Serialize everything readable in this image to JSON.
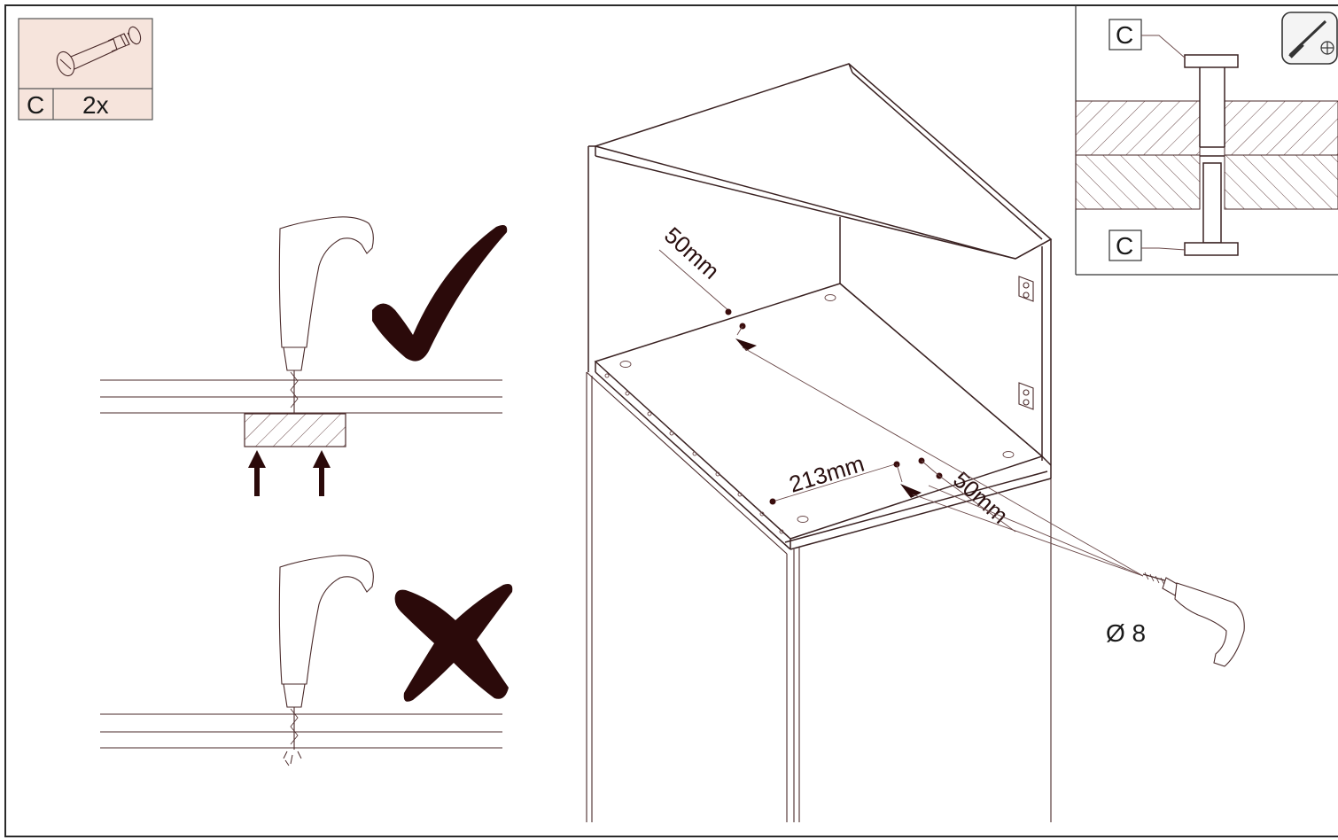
{
  "parts_box": {
    "part_letter": "C",
    "quantity": "2x",
    "background_color": "#f6e4dc"
  },
  "drill_guide": {
    "correct_symbol": "checkmark",
    "wrong_symbol": "cross",
    "mark_color": "#2b0a0a"
  },
  "cabinet": {
    "dimension_top": "50mm",
    "dimension_front": "213mm",
    "dimension_side": "50mm",
    "drill_diameter": "Ø 8"
  },
  "detail_inset": {
    "connector_top": "C",
    "connector_bottom": "C",
    "tool_icon": "screwdriver-icon"
  }
}
